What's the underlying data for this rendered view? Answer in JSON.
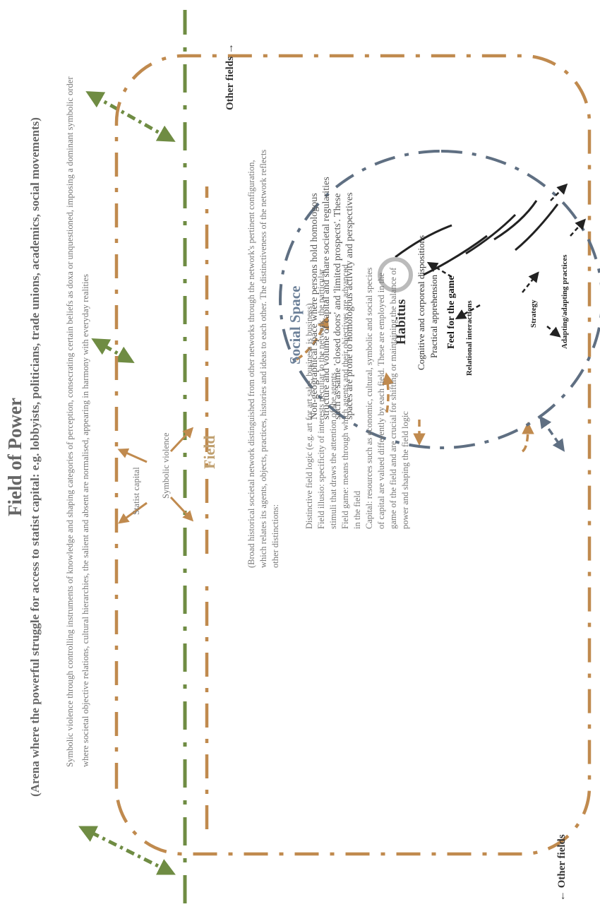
{
  "title": "Field of Power",
  "subtitle": "(Arena where the powerful struggle for access to statist capital: e.g. lobbyists, politicians, trade unions, academics, social movements)",
  "symbolic_violence_text": "Symbolic violence through controlling instruments of knowledge and shaping categories of perception, consecrating certain beliefs as doxa or unquestioned, imposing a dominant symbolic order where societal objective relations, cultural hierarchies, the salient and absent are normalised, appearing in harmony with everyday realities",
  "other_fields_left": "← Other fields",
  "other_fields_right": "Other fields →",
  "labels": {
    "statist_capital": "Statist capital",
    "symbolic_violence": "Symbolic violence"
  },
  "field": {
    "title": "Field",
    "description": "(Broad historical societal network distinguished from other networks through the network's pertinent configuration, which relates its agents, objects, practices, histories and ideas to each other. The distinctiveness of the network reflects other distinctions:",
    "distinctive_logic": "Distinctive field logic (e.g. art for art sake, business is business)",
    "illusio": "Field illusio: specificity of interests peculiar to the network, the particular stimuli that draws the attention of the agents",
    "game": "Field game: means through which agents and their objectives are advanced in the field",
    "capital": "Capital: resources such as economic, cultural, symbolic and social species of capital are valued differently by each field. These are employed in the game of the field and are crucial for shifting or maintaining the balance of power and shaping the field logic"
  },
  "social_space": {
    "title": "Social Space",
    "description": "Non-geographical space where persons hold homologous structure and volume of capital and share societal regularities such as same 'closed doors' and 'limited prospects'. These spaces are prone to homologous activity and perspectives"
  },
  "habitus": {
    "title": "Habitus",
    "cognitive": "Cognitive and corporeal dispositions",
    "practical": "Practical apprehension",
    "feel": "Feel for the game",
    "relational": "Relational interactions",
    "strategy": "Strategy",
    "adapting": "Adapting/adapting practices"
  },
  "colors": {
    "green": "#6f8c43",
    "brown": "#c08a4e",
    "slate": "#5f6f82"
  }
}
